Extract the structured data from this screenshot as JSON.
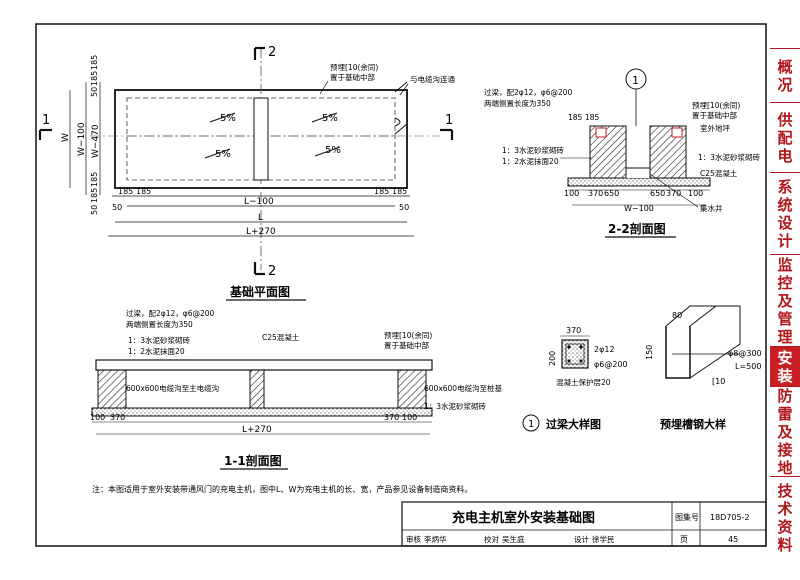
{
  "plan": {
    "title": "基础平面图",
    "section_mark_1": "1",
    "section_mark_2": "2",
    "note_steel": "预埋[10(余同)",
    "note_steel2": "置于基础中部",
    "note_cable": "与电缆沟连通",
    "slope_label": "5%",
    "dim_left": [
      "50",
      "185",
      "185",
      "W",
      "W−100",
      "W−470",
      "185",
      "185",
      "50"
    ],
    "dim_bottom": [
      "50",
      "185",
      "185",
      "185",
      "185",
      "50",
      "L−100",
      "L",
      "L+270"
    ]
  },
  "section22": {
    "title": "2-2剖面图",
    "note_beam": "过梁，配2φ12，φ6@200",
    "note_beam2": "两端侧置长度为350",
    "note_steel": "预埋[10(余同)",
    "note_steel2": "置于基础中部",
    "note_ext": "室外地坪",
    "note_mortar_r": "1：3水泥砂浆砌砖",
    "note_mortar_l1": "1：3水泥砂浆砌砖",
    "note_mortar_l2": "1：2水泥抹面20",
    "note_concrete": "C25混凝土",
    "note_sump": "集水井",
    "dims_top": [
      "185",
      "185"
    ],
    "dims_bottom": [
      "100",
      "370",
      "650",
      "650",
      "370",
      "100",
      "W−100"
    ]
  },
  "section11": {
    "title": "1-1剖面图",
    "note_beam": "过梁，配2φ12，φ6@200",
    "note_beam2": "两端侧置长度为350",
    "note_mortar1": "1：3水泥砂浆砌砖",
    "note_mortar2": "1：2水泥抹面20",
    "note_concrete": "C25混凝土",
    "note_steel": "预埋[10(余同)",
    "note_steel2": "置于基础中部",
    "note_trench_l": "600x600电缆沟至主电缆沟",
    "note_trench_r": "600x600电缆沟至桩基",
    "note_mortar_r": "1：3水泥砂浆砌砖",
    "dims": [
      "100",
      "370",
      "L+270",
      "370",
      "100"
    ]
  },
  "beam_detail": {
    "title": "过梁大样图",
    "circle": "1",
    "dim_w": "370",
    "dim_h": "200",
    "rebar1": "2φ12",
    "rebar2": "φ6@200",
    "cover": "混凝土保护层20"
  },
  "channel_detail": {
    "title": "预埋槽钢大样",
    "dim_top": "80",
    "dim_h": "150",
    "anchor": "φ8@300",
    "len": "L=500",
    "steel": "[10"
  },
  "note": "注：本图适用于室外安装带通风门的充电主机，图中L、W为充电主机的长、宽，产品参见设备制造商资料。",
  "title_block": {
    "drawing_title": "充电主机室外安装基础图",
    "atlas_label": "图集号",
    "atlas_no": "18D705-2",
    "review_label": "审核",
    "reviewer": "李炳华",
    "check_label": "校对",
    "checker": "吴生庭",
    "design_label": "设计",
    "designer": "徐学民",
    "page_label": "页",
    "page_no": "45"
  },
  "side_tabs": [
    {
      "label": "概况",
      "active": false
    },
    {
      "label": "供配电",
      "active": false
    },
    {
      "label": "系统设计",
      "active": false
    },
    {
      "label": "监控及管理",
      "active": false
    },
    {
      "label": "安装",
      "active": true
    },
    {
      "label": "防雷及接地",
      "active": false
    },
    {
      "label": "技术资料",
      "active": false
    }
  ],
  "colors": {
    "accent": "#c81f25",
    "ink": "#111111"
  }
}
